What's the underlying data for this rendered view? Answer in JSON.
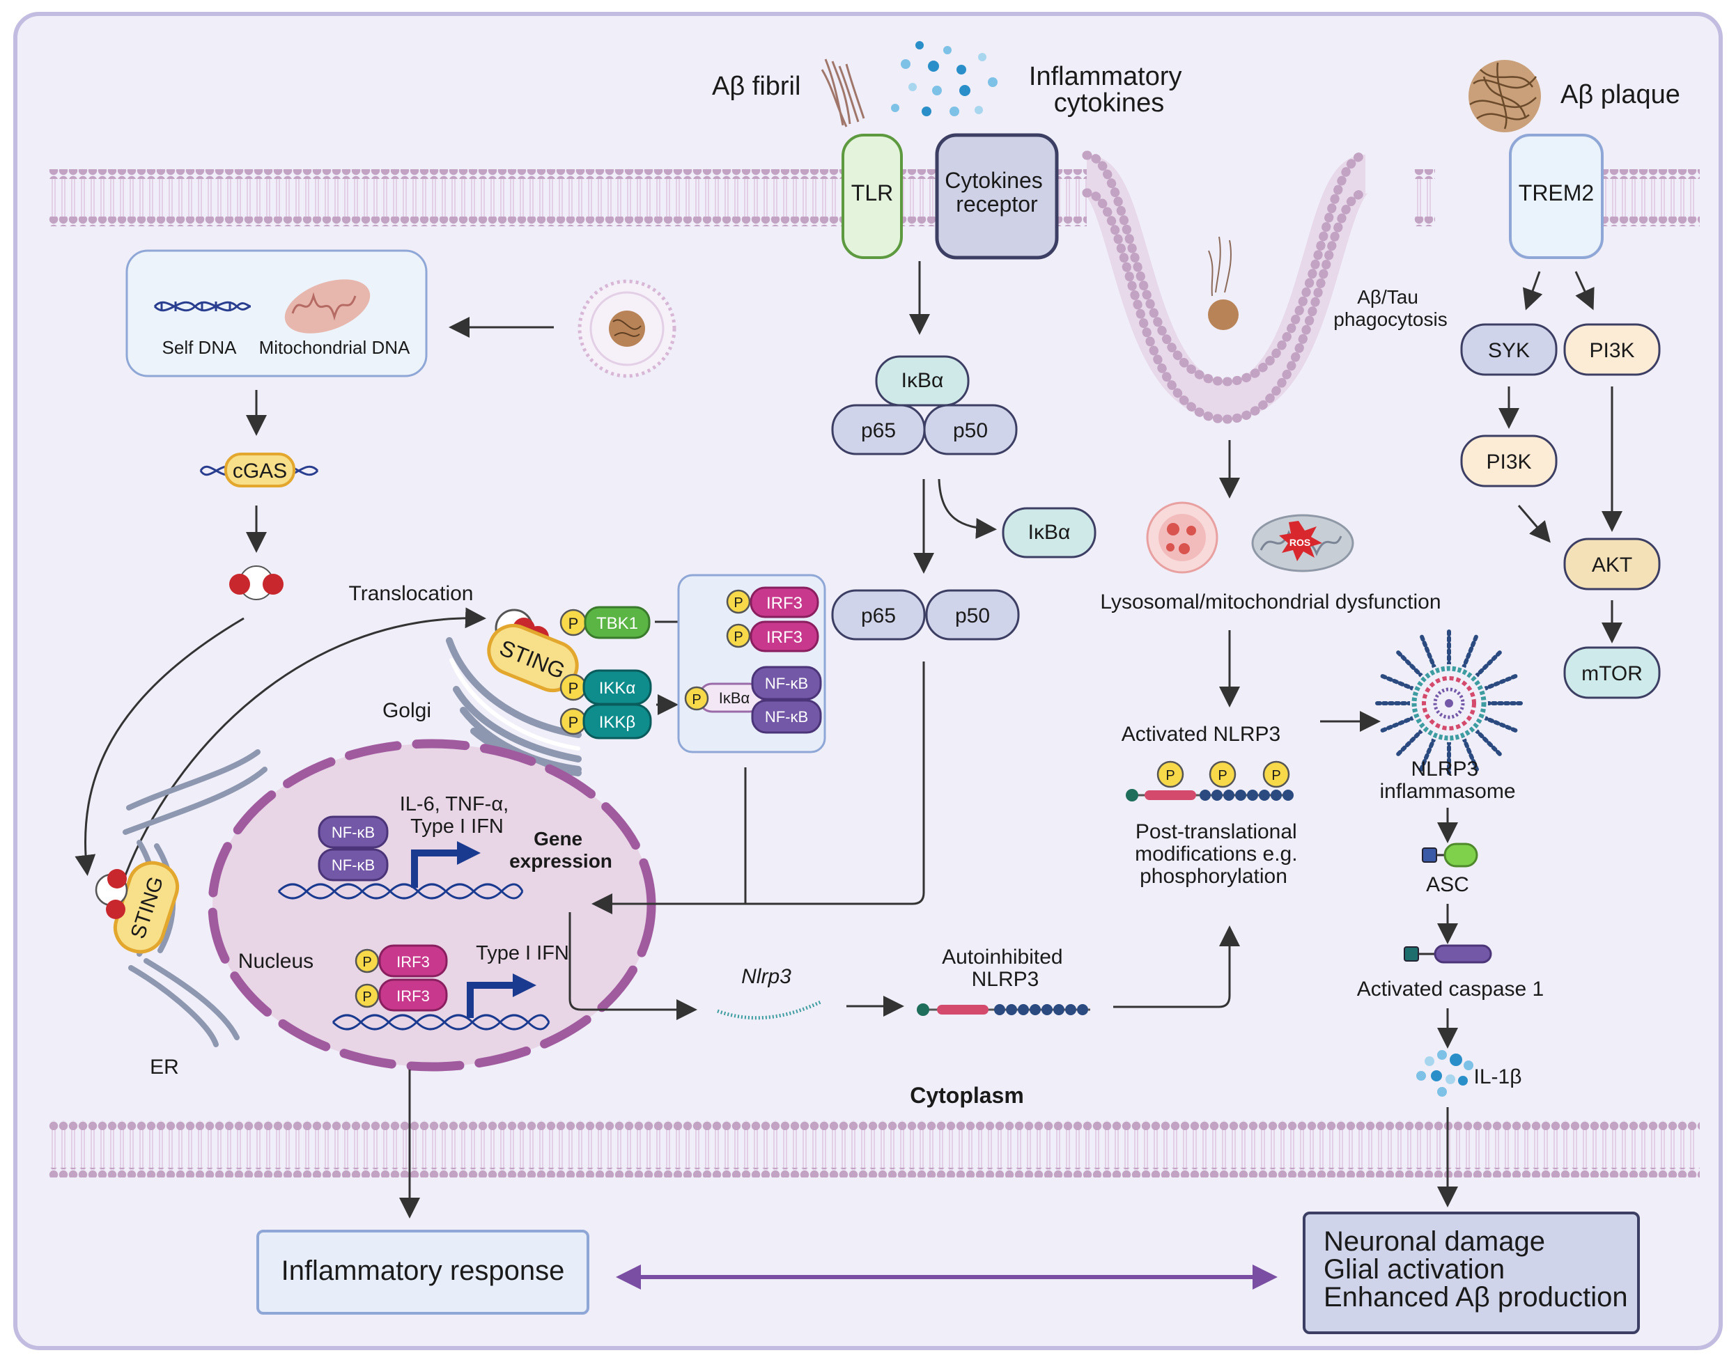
{
  "labels": {
    "ab_fibril": "Aβ fibril",
    "inflam_cyto_1": "Inflammatory",
    "inflam_cyto_2": "cytokines",
    "ab_plaque": "Aβ plaque",
    "tlr": "TLR",
    "cyto_rec_1": "Cytokines",
    "cyto_rec_2": "receptor",
    "trem2": "TREM2",
    "self_dna": "Self DNA",
    "mito_dna": "Mitochondrial DNA",
    "cgas": "cGAS",
    "translocation": "Translocation",
    "sting": "STING",
    "golgi": "Golgi",
    "er": "ER",
    "nucleus": "Nucleus",
    "p": "P",
    "tbk1": "TBK1",
    "ikka": "IKKα",
    "ikkb": "IKKβ",
    "irf3": "IRF3",
    "nfkb": "NF-κB",
    "ikba": "IκBα",
    "p65": "p65",
    "p50": "p50",
    "gene_targets_1": "IL-6, TNF-α,",
    "gene_targets_2": "Type I IFN",
    "gene_expr_1": "Gene",
    "gene_expr_2": "expression",
    "type1_ifn": "Type I IFN",
    "nlrp3_mrna": "Nlrp3",
    "autoinhib_1": "Autoinhibited",
    "autoinhib_2": "NLRP3",
    "ab_tau_1": "Aβ/Tau",
    "ab_tau_2": "phagocytosis",
    "dysfunction": "Lysosomal/mitochondrial dysfunction",
    "ros": "ROS",
    "activated_nlrp3": "Activated NLRP3",
    "ptm_1": "Post-translational",
    "ptm_2": "modifications e.g.",
    "ptm_3": "phosphorylation",
    "inflammasome_1": "NLRP3",
    "inflammasome_2": "inflammasome",
    "asc": "ASC",
    "casp1": "Activated caspase 1",
    "il1b": "IL-1β",
    "syk": "SYK",
    "pi3k": "PI3K",
    "akt": "AKT",
    "mtor": "mTOR",
    "cytoplasm": "Cytoplasm",
    "inflam_response": "Inflammatory response",
    "outcome_1": "Neuronal damage",
    "outcome_2": "Glial activation",
    "outcome_3": "Enhanced Aβ production"
  },
  "colors": {
    "background": "#f0eef8",
    "frame": "#c2bde0",
    "membrane_head": "#c3a3c3",
    "membrane_tail": "#e7d8ea",
    "arrow": "#333333",
    "purple_arrow": "#7a4fa3",
    "tlr_fill": "#e3f3dc",
    "tlr_stroke": "#5d9a3f",
    "receptor_fill": "#cfd2e6",
    "receptor_stroke": "#3c3f63",
    "trem2_fill": "#eaf2fb",
    "trem2_stroke": "#8fa7d6",
    "ikba_fill": "#cfe9e9",
    "pill_fill": "#d0d4ea",
    "pi3k_fill": "#fcecd6",
    "akt_fill": "#f4e1b8",
    "mtor_fill": "#cfeaea",
    "sting_fill": "#f8df8a",
    "tbk1": "#5bb544",
    "ikk": "#0f8d8d",
    "irf3": "#c8398d",
    "nfkb": "#7458a8",
    "phospho": "#f8d94a",
    "nucleus_fill": "#e8d6e6",
    "nucleus_stroke": "#a05a9e",
    "dna": "#1a3a8f"
  }
}
